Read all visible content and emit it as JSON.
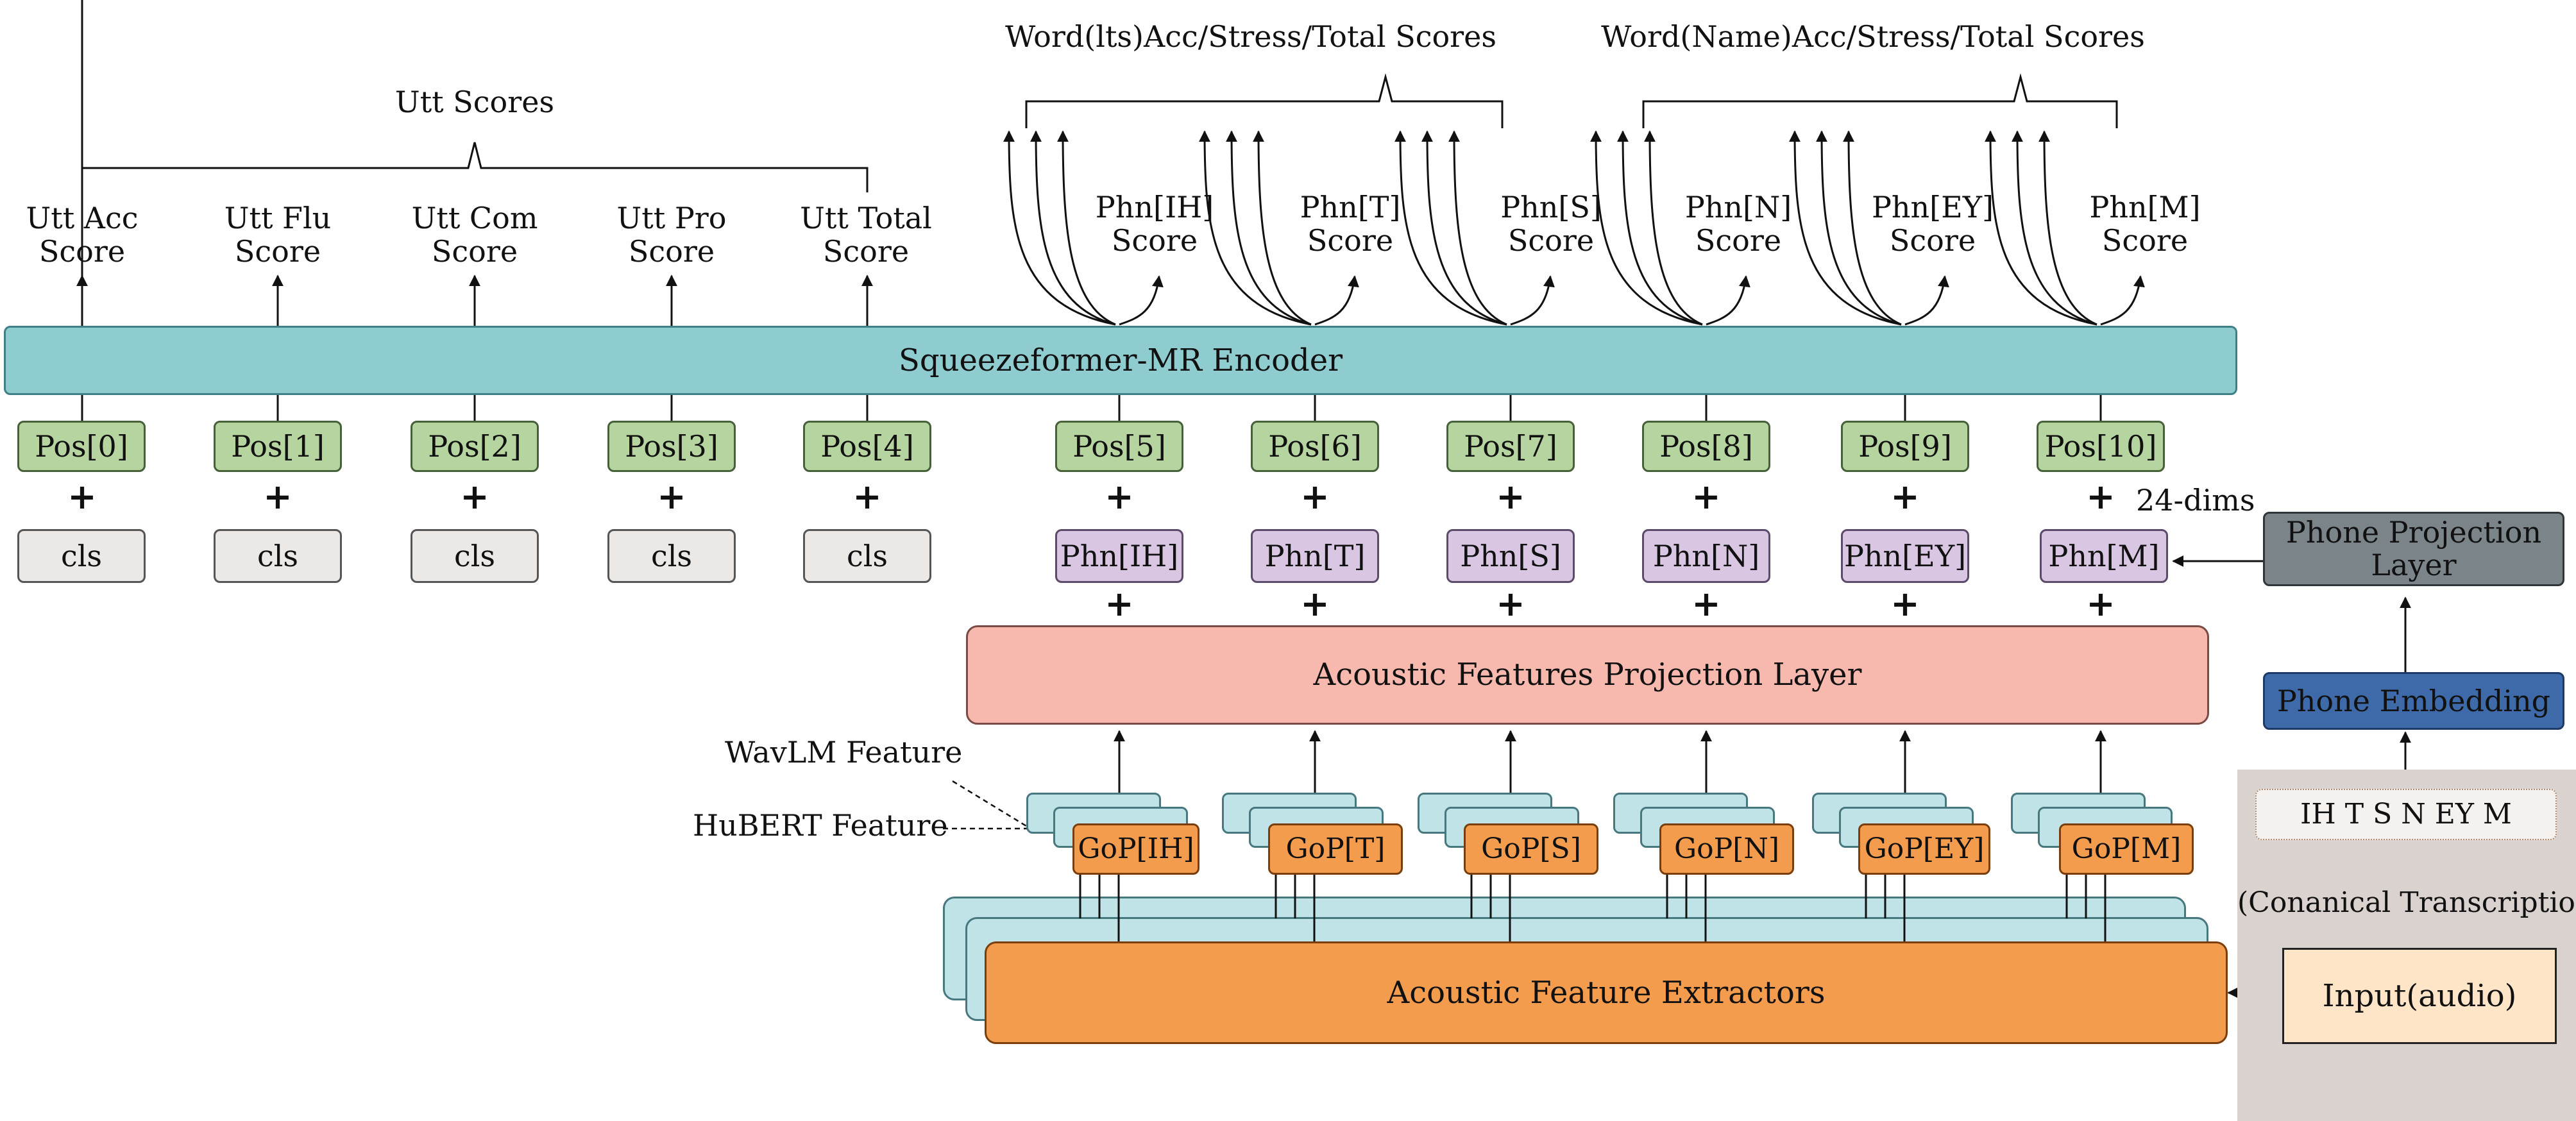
{
  "utt_scores": {
    "group_label": "Utt Scores",
    "items": [
      {
        "line1": "Utt Acc",
        "line2": "Score"
      },
      {
        "line1": "Utt Flu",
        "line2": "Score"
      },
      {
        "line1": "Utt Com",
        "line2": "Score"
      },
      {
        "line1": "Utt Pro",
        "line2": "Score"
      },
      {
        "line1": "Utt Total",
        "line2": "Score"
      }
    ]
  },
  "word_groups": [
    {
      "label": "Word(lts)Acc/Stress/Total Scores"
    },
    {
      "label": "Word(Name)Acc/Stress/Total Scores"
    }
  ],
  "phone_scores": [
    {
      "line1": "Phn[IH]",
      "line2": "Score"
    },
    {
      "line1": "Phn[T]",
      "line2": "Score"
    },
    {
      "line1": "Phn[S]",
      "line2": "Score"
    },
    {
      "line1": "Phn[N]",
      "line2": "Score"
    },
    {
      "line1": "Phn[EY]",
      "line2": "Score"
    },
    {
      "line1": "Phn[M]",
      "line2": "Score"
    }
  ],
  "encoder": {
    "label": "Squeezeformer-MR Encoder",
    "color": "#8ecccf"
  },
  "positions": [
    "Pos[0]",
    "Pos[1]",
    "Pos[2]",
    "Pos[3]",
    "Pos[4]",
    "Pos[5]",
    "Pos[6]",
    "Pos[7]",
    "Pos[8]",
    "Pos[9]",
    "Pos[10]"
  ],
  "cls_tokens": [
    "cls",
    "cls",
    "cls",
    "cls",
    "cls"
  ],
  "phones": [
    "Phn[IH]",
    "Phn[T]",
    "Phn[S]",
    "Phn[N]",
    "Phn[EY]",
    "Phn[M]"
  ],
  "plus_sign": "+",
  "dims_label": "24-dims",
  "phone_projection": {
    "line1": "Phone Projection",
    "line2": "Layer",
    "color": "#7b8589"
  },
  "acoustic_projection": {
    "label": "Acoustic Features Projection Layer",
    "color": "#f7b8ad"
  },
  "phone_embedding": {
    "label": "Phone Embedding",
    "color": "#3e6aa9"
  },
  "transcription": {
    "text": "IH T S N EY M",
    "caption": "(Conanical Transcription)"
  },
  "feature_labels": {
    "wavlm": "WavLM Feature",
    "hubert": "HuBERT Feature"
  },
  "gop": [
    "GoP[IH]",
    "GoP[T]",
    "GoP[S]",
    "GoP[N]",
    "GoP[EY]",
    "GoP[M]"
  ],
  "extractors": {
    "label": "Acoustic Feature Extractors",
    "color": "#f49c4e"
  },
  "input": {
    "label": "Input(audio)",
    "color": "#ffe5c7"
  }
}
